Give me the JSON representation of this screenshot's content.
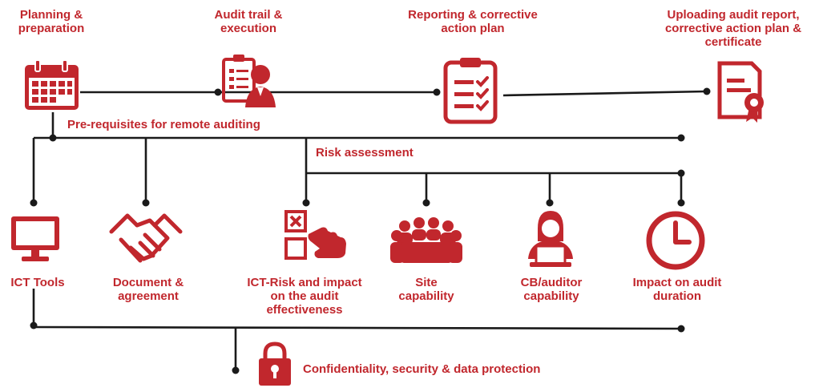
{
  "colors": {
    "accent": "#c1272d",
    "line": "#1a1a1a",
    "background": "#ffffff"
  },
  "top_steps": [
    {
      "label_lines": [
        "Planning &",
        "preparation"
      ],
      "icon": "calendar-icon"
    },
    {
      "label_lines": [
        "Audit trail &",
        "execution"
      ],
      "icon": "auditor-checklist-icon"
    },
    {
      "label_lines": [
        "Reporting & corrective",
        "action plan"
      ],
      "icon": "clipboard-checklist-icon"
    },
    {
      "label_lines": [
        "Uploading audit report,",
        "corrective action plan &",
        "certificate"
      ],
      "icon": "certificate-icon"
    }
  ],
  "section_labels": {
    "prerequisites": "Pre-requisites for remote auditing",
    "risk_assessment": "Risk assessment"
  },
  "items": [
    {
      "label_lines": [
        "ICT Tools"
      ],
      "icon": "monitor-icon"
    },
    {
      "label_lines": [
        "Document &",
        "agreement"
      ],
      "icon": "handshake-icon"
    },
    {
      "label_lines": [
        "ICT-Risk and impact",
        "on the audit",
        "effectiveness"
      ],
      "icon": "checkbox-hand-icon"
    },
    {
      "label_lines": [
        "Site",
        "capability"
      ],
      "icon": "meeting-group-icon"
    },
    {
      "label_lines": [
        "CB/auditor",
        "capability"
      ],
      "icon": "auditor-laptop-icon"
    },
    {
      "label_lines": [
        "Impact on audit",
        "duration"
      ],
      "icon": "clock-icon"
    }
  ],
  "bottom": {
    "label": "Confidentiality, security & data protection",
    "icon": "padlock-icon"
  }
}
